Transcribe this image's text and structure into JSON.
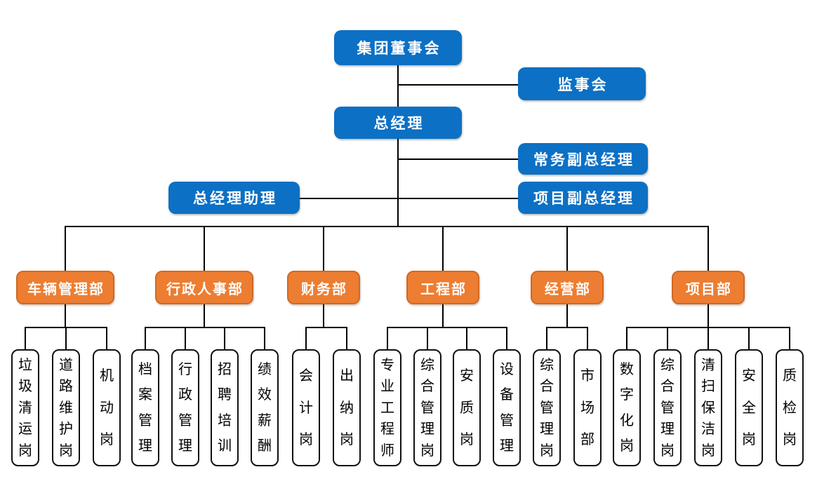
{
  "colors": {
    "executive_fill": "#0C70C4",
    "executive_text": "#FFFFFF",
    "department_fill": "#ED7D31",
    "department_border": "#CE6A25",
    "department_text": "#FFFFFF",
    "position_fill": "#FFFFFF",
    "position_border": "#111111",
    "position_text": "#000000",
    "connector": "#000000"
  },
  "executives": {
    "board": "集团董事会",
    "supervisory_board": "监事会",
    "general_manager": "总经理",
    "executive_deputy_general_manager": "常务副总经理",
    "general_manager_assistant": "总经理助理",
    "project_deputy_general_manager": "项目副总经理"
  },
  "departments": [
    {
      "label": "车辆管理部",
      "positions": [
        "垃圾清运岗",
        "道路维护岗",
        "机动岗"
      ]
    },
    {
      "label": "行政人事部",
      "positions": [
        "档案管理",
        "行政管理",
        "招聘培训",
        "绩效薪酬"
      ]
    },
    {
      "label": "财务部",
      "positions": [
        "会计岗",
        "出纳岗"
      ]
    },
    {
      "label": "工程部",
      "positions": [
        "专业工程师",
        "综合管理岗",
        "安质岗",
        "设备管理"
      ]
    },
    {
      "label": "经营部",
      "positions": [
        "综合管理岗",
        "市场部"
      ]
    },
    {
      "label": "项目部",
      "positions": [
        "数字化岗",
        "综合管理岗",
        "清扫保洁岗",
        "安全岗",
        "质检岗"
      ]
    }
  ]
}
